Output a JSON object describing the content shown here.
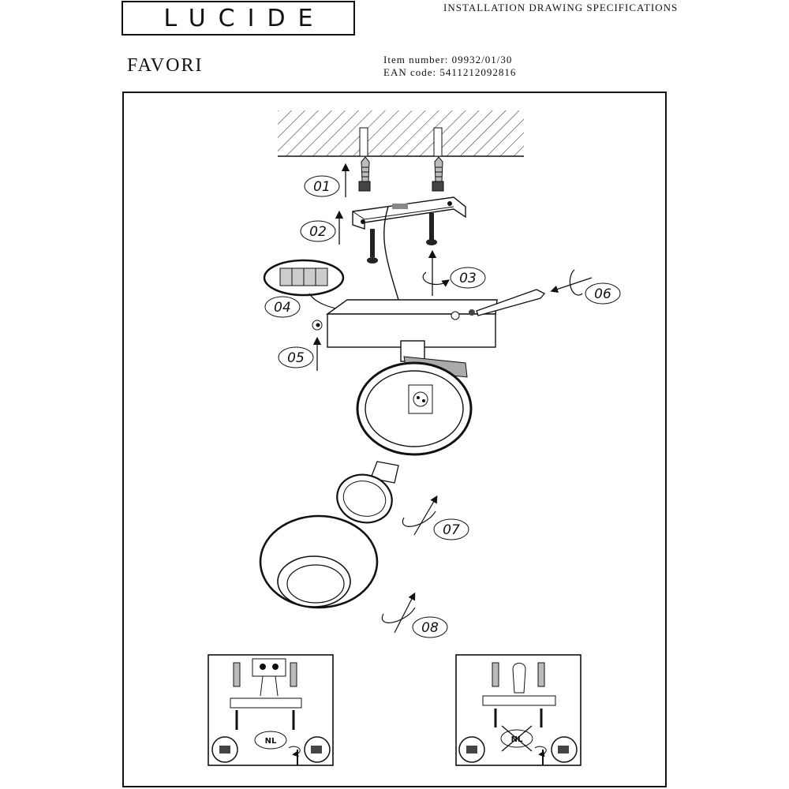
{
  "header": {
    "brand": "LUCIDE",
    "doc_title": "INSTALLATION DRAWING SPECIFICATIONS",
    "product_name": "FAVORI",
    "item_number": "Item number: 09932/01/30",
    "ean_code": "EAN code: 5411212092816"
  },
  "steps": [
    "01",
    "02",
    "03",
    "04",
    "05",
    "06",
    "07",
    "08"
  ],
  "wiring_panels": [
    {
      "badge": "NL",
      "crossed": false
    },
    {
      "badge": "NL",
      "crossed": true
    }
  ],
  "icons": [
    "screw-icon",
    "wall-plug-icon",
    "arrow-up-icon",
    "rotate-arrow-icon",
    "allen-key-icon",
    "connector-block-icon",
    "screwdriver-icon"
  ]
}
